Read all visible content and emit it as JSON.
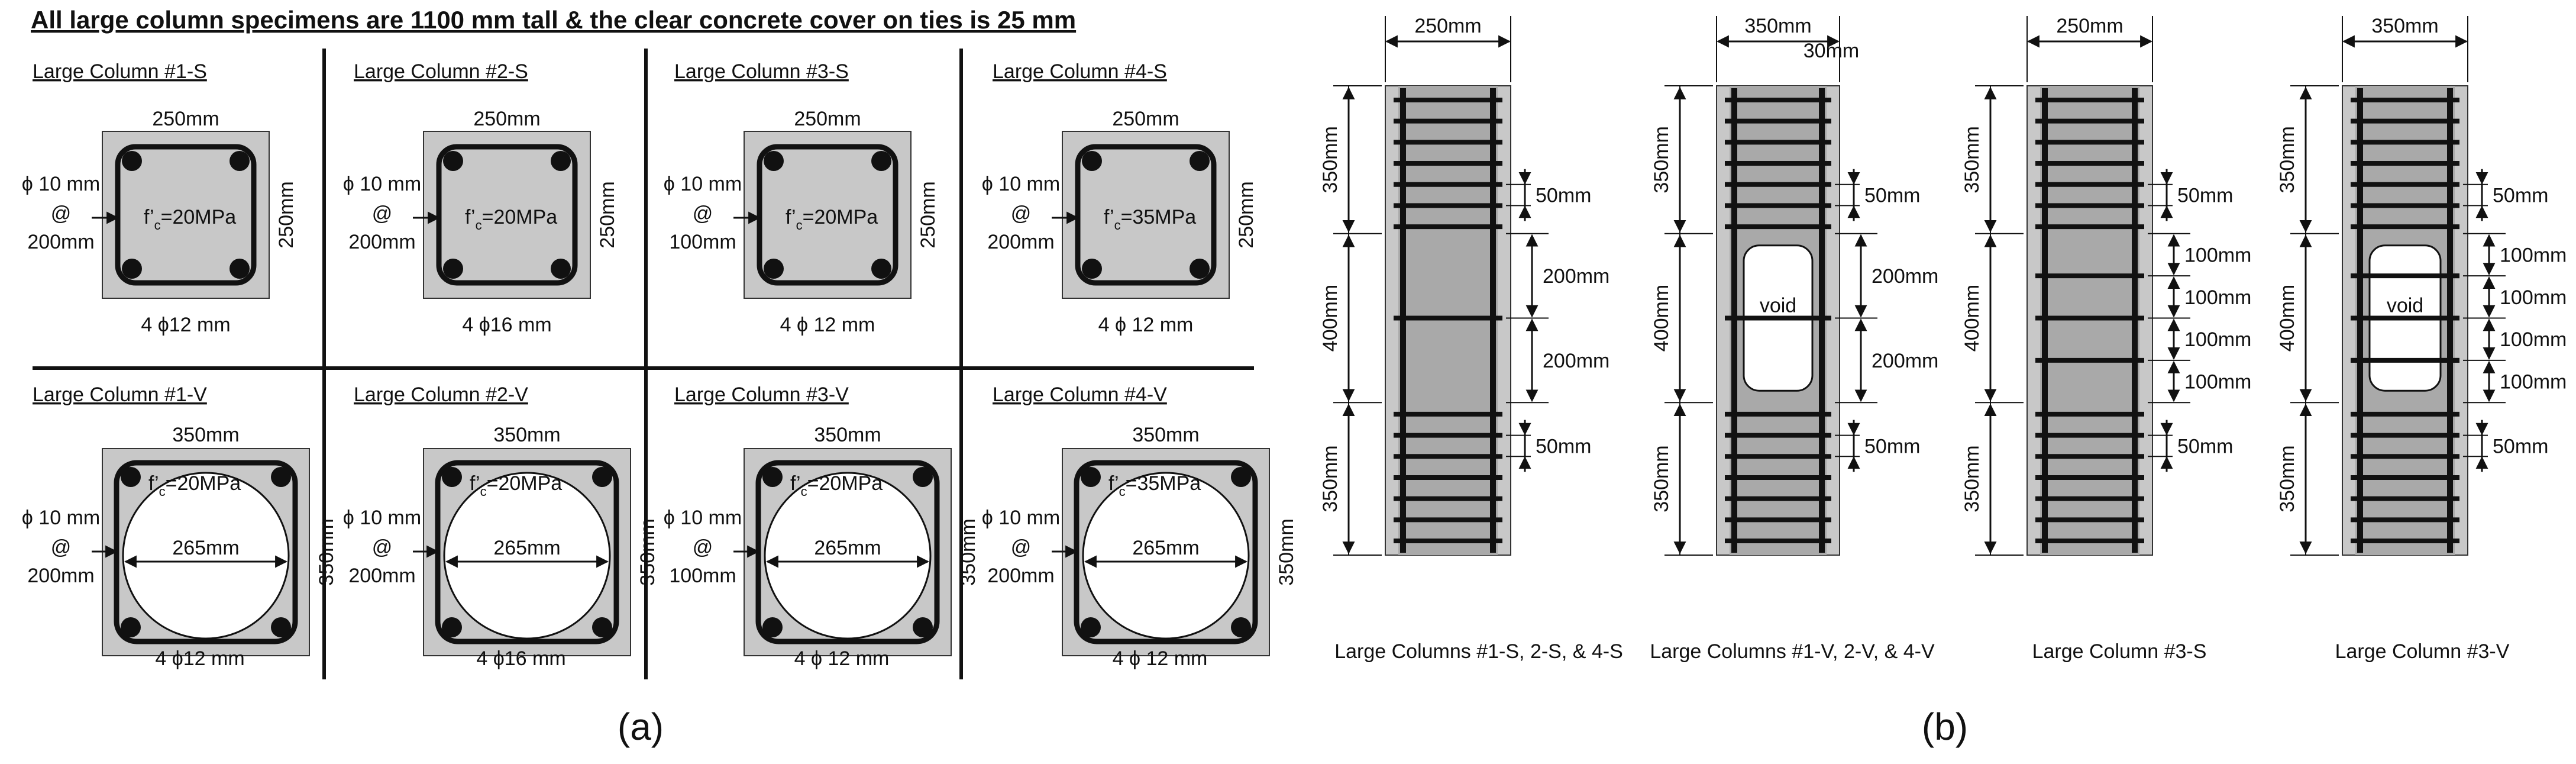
{
  "part_a": {
    "title": "All large column specimens are 1100 mm tall  &   the clear concrete cover on ties is 25 mm",
    "caption": "(a)",
    "solid_columns": [
      {
        "label": "Large Column #1-S",
        "width": "250mm",
        "height": "250mm",
        "tie_line1": "ϕ 10 mm",
        "tie_line2": "@",
        "tie_line3": "200mm",
        "strength_prefix": "f’",
        "strength_sub": "c",
        "strength_value": "=20MPa",
        "bars": "4 ϕ12 mm"
      },
      {
        "label": "Large Column #2-S",
        "width": "250mm",
        "height": "250mm",
        "tie_line1": "ϕ 10 mm",
        "tie_line2": "@",
        "tie_line3": "200mm",
        "strength_prefix": "f’",
        "strength_sub": "c",
        "strength_value": "=20MPa",
        "bars": "4 ϕ16 mm"
      },
      {
        "label": "Large Column #3-S",
        "width": "250mm",
        "height": "250mm",
        "tie_line1": "ϕ 10 mm",
        "tie_line2": "@",
        "tie_line3": "100mm",
        "strength_prefix": "f’",
        "strength_sub": "c",
        "strength_value": "=20MPa",
        "bars": "4 ϕ 12 mm"
      },
      {
        "label": "Large Column #4-S",
        "width": "250mm",
        "height": "250mm",
        "tie_line1": "ϕ 10 mm",
        "tie_line2": "@",
        "tie_line3": "200mm",
        "strength_prefix": "f’",
        "strength_sub": "c",
        "strength_value": "=35MPa",
        "bars": "4 ϕ 12 mm"
      }
    ],
    "void_columns": [
      {
        "label": "Large Column #1-V",
        "width": "350mm",
        "height": "350mm",
        "void_diameter": "265mm",
        "tie_line1": "ϕ 10 mm",
        "tie_line2": "@",
        "tie_line3": "200mm",
        "strength_prefix": "f’",
        "strength_sub": "c",
        "strength_value": "=20MPa",
        "bars": "4 ϕ12 mm"
      },
      {
        "label": "Large Column #2-V",
        "width": "350mm",
        "height": "350mm",
        "void_diameter": "265mm",
        "tie_line1": "ϕ 10 mm",
        "tie_line2": "@",
        "tie_line3": "200mm",
        "strength_prefix": "f’",
        "strength_sub": "c",
        "strength_value": "=20MPa",
        "bars": "4 ϕ16 mm"
      },
      {
        "label": "Large Column #3-V",
        "width": "350mm",
        "height": "350mm",
        "void_diameter": "265mm",
        "tie_line1": "ϕ 10 mm",
        "tie_line2": "@",
        "tie_line3": "100mm",
        "strength_prefix": "f’",
        "strength_sub": "c",
        "strength_value": "=20MPa",
        "bars": "4 ϕ 12 mm"
      },
      {
        "label": "Large Column #4-V",
        "width": "350mm",
        "height": "350mm",
        "void_diameter": "265mm",
        "tie_line1": "ϕ 10 mm",
        "tie_line2": "@",
        "tie_line3": "200mm",
        "strength_prefix": "f’",
        "strength_sub": "c",
        "strength_value": "=35MPa",
        "bars": "4 ϕ 12 mm"
      }
    ]
  },
  "part_b": {
    "caption": "(b)",
    "elevations": [
      {
        "caption": "Large Columns #1-S, 2-S, & 4-S",
        "width": "250mm",
        "cover": "",
        "void_label": "",
        "segments": [
          "350mm",
          "400mm",
          "350mm"
        ],
        "top_spacing": "50mm",
        "mid_spacings": [
          "200mm",
          "200mm"
        ],
        "bottom_spacing": "50mm"
      },
      {
        "caption": "Large Columns #1-V, 2-V, & 4-V",
        "width": "350mm",
        "cover": "30mm",
        "void_label": "void",
        "segments": [
          "350mm",
          "400mm",
          "350mm"
        ],
        "top_spacing": "50mm",
        "mid_spacings": [
          "200mm",
          "200mm"
        ],
        "bottom_spacing": "50mm"
      },
      {
        "caption": "Large Column #3-S",
        "width": "250mm",
        "cover": "",
        "void_label": "",
        "segments": [
          "350mm",
          "400mm",
          "350mm"
        ],
        "top_spacing": "50mm",
        "mid_spacings": [
          "100mm",
          "100mm",
          "100mm",
          "100mm"
        ],
        "bottom_spacing": "50mm"
      },
      {
        "caption": "Large Column #3-V",
        "width": "350mm",
        "cover": "",
        "void_label": "void",
        "segments": [
          "350mm",
          "400mm",
          "350mm"
        ],
        "top_spacing": "50mm",
        "mid_spacings": [
          "100mm",
          "100mm",
          "100mm",
          "100mm"
        ],
        "bottom_spacing": "50mm"
      }
    ]
  },
  "colors": {
    "concrete": "#c8c8c8",
    "concrete_dark": "#a9a9a9",
    "steel": "#111111",
    "void": "#ffffff"
  }
}
